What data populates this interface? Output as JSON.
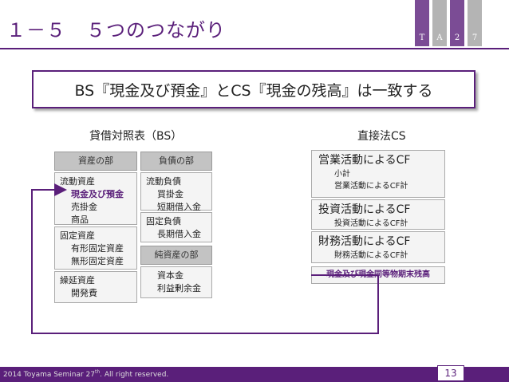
{
  "slide": {
    "title": "１－５　５つのつながり",
    "brand_letters": [
      "T",
      "A",
      "2",
      "7"
    ],
    "banner": "BS『現金及び預金』とCS『現金の残高』は一致する",
    "page_number": "13",
    "footer_prefix": "2014 Toyama Seminar 27",
    "footer_sup": "th",
    "footer_suffix": ". All right reserved."
  },
  "bs": {
    "heading": "貸借対照表（BS）",
    "assets_header": "資産の部",
    "liabilities_header": "負債の部",
    "net_assets_header": "純資産の部",
    "current_assets": {
      "label": "流動資産",
      "highlight": "現金及び預金",
      "items": [
        "売掛金",
        "商品"
      ]
    },
    "fixed_assets": {
      "label": "固定資産",
      "items": [
        "有形固定資産",
        "無形固定資産"
      ]
    },
    "deferred_assets": {
      "label": "繰延資産",
      "items": [
        "開発費"
      ]
    },
    "current_liabilities": {
      "label": "流動負債",
      "items": [
        "買掛金",
        "短期借入金"
      ]
    },
    "fixed_liabilities": {
      "label": "固定負債",
      "items": [
        "長期借入金"
      ]
    },
    "net_assets_items": [
      "資本金",
      "利益剰余金"
    ]
  },
  "cs": {
    "heading": "直接法CS",
    "operating": {
      "label": "営業活動によるCF",
      "items": [
        "小計",
        "営業活動によるCF計"
      ]
    },
    "investing": {
      "label": "投資活動によるCF",
      "items": [
        "投資活動によるCF計"
      ]
    },
    "financing": {
      "label": "財務活動によるCF",
      "items": [
        "財務活動によるCF計"
      ]
    },
    "ending_balance": "現金及び現金同等物期末残高"
  },
  "colors": {
    "accent": "#5a1f7a",
    "header_fill": "#c3c3c3",
    "box_fill": "#f4f4f4"
  }
}
